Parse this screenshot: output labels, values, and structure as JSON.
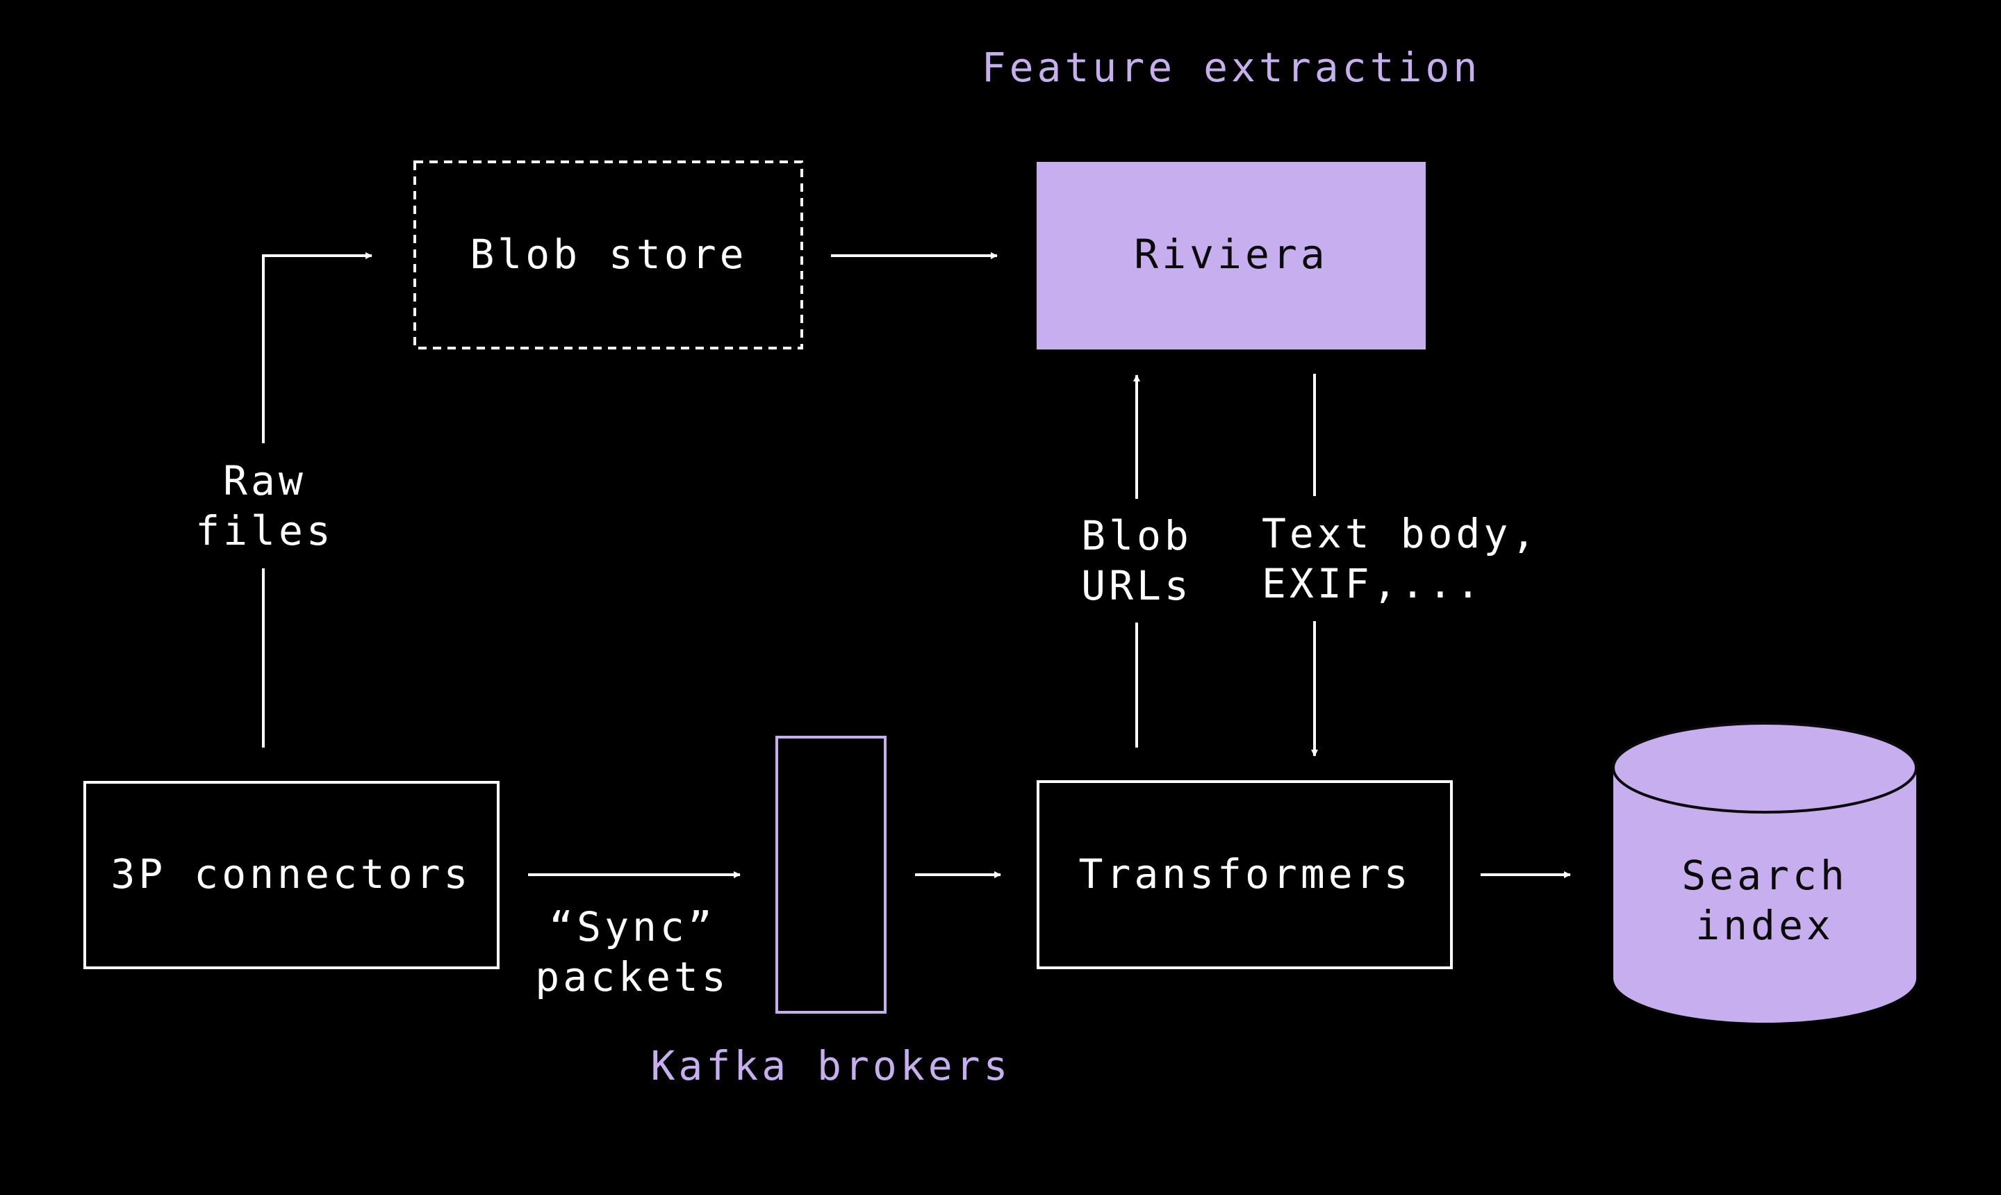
{
  "colors": {
    "background": "#000000",
    "accent": "#c7aeee",
    "line": "#ffffff",
    "dark_text": "#0a0a0a"
  },
  "labels": {
    "feature_extraction": "Feature extraction",
    "kafka_brokers": "Kafka brokers"
  },
  "nodes": {
    "blob_store": "Blob store",
    "riviera": "Riviera",
    "connectors": "3P connectors",
    "transformers": "Transformers",
    "search_index": [
      "Search",
      "index"
    ]
  },
  "edges": {
    "raw_files": [
      "Raw",
      "files"
    ],
    "sync_packets": [
      "“Sync”",
      "packets"
    ],
    "blob_urls": [
      "Blob",
      "URLs"
    ],
    "text_body": [
      "Text body,",
      "EXIF,..."
    ]
  }
}
